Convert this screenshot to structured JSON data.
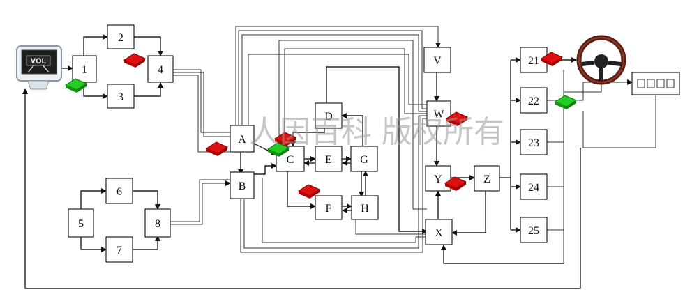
{
  "nodes": {
    "n1": "1",
    "n2": "2",
    "n3": "3",
    "n4": "4",
    "n5": "5",
    "n6": "6",
    "n7": "7",
    "n8": "8",
    "A": "A",
    "B": "B",
    "C": "C",
    "D": "D",
    "E": "E",
    "F": "F",
    "G": "G",
    "H": "H",
    "V": "V",
    "W": "W",
    "X": "X",
    "Y": "Y",
    "Z": "Z",
    "n21": "21",
    "n22": "22",
    "n23": "23",
    "n24": "24",
    "n25": "25"
  },
  "monitor_label": "VOL",
  "watermark": "人因百科 版权所有",
  "icons": {
    "monitor": "monitor-icon",
    "steering_wheel": "steering-wheel-icon",
    "display_panel": "display-panel-icon",
    "red_marker": "red-diamond-icon",
    "green_marker": "green-diamond-icon"
  },
  "colors": {
    "red_marker": "#e01010",
    "green_marker": "#22cc22",
    "line": "#222222",
    "box_border": "#333333"
  }
}
